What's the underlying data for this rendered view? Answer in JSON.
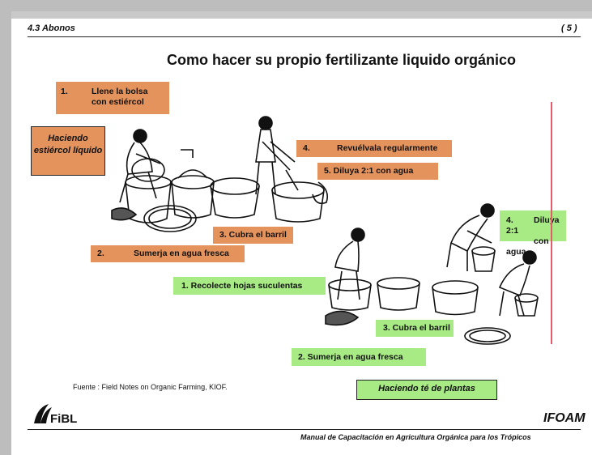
{
  "header": {
    "section": "4.3 Abonos",
    "page": "( 5 )"
  },
  "title": "Como hacer su propio fertilizante liquido orgánico",
  "manure": {
    "box_label": "Haciendo estiércol líquido",
    "steps": {
      "s1": "1.        Llene la bolsa con estiércol",
      "s1_num": "1.",
      "s1_text_a": "Llene la bolsa",
      "s1_text_b": "con estiércol",
      "s2_num": "2.",
      "s2_text": "Sumerja en agua fresca",
      "s3": "3.  Cubra el barril",
      "s4_num": "4.",
      "s4_text": "Revuélvala regularmente",
      "s5": "5. Diluya 2:1 con agua"
    }
  },
  "plant_tea": {
    "box_label": "Haciendo té de plantas",
    "steps": {
      "s1": "1.  Recolecte hojas suculentas",
      "s2": "2.  Sumerja en agua fresca",
      "s3": "3.  Cubra el barril",
      "s4_num": "4.",
      "s4_text_a": "Diluya 2:1",
      "s4_text_b": "con agua"
    }
  },
  "source": "Fuente : Field Notes on Organic Farming, KIOF.",
  "footer": "Manual de Capacitación en Agricultura Orgánica para los Trópicos",
  "logos": {
    "left": "FiBL",
    "right": "IFOAM"
  },
  "colors": {
    "orange_label": "#e4935c",
    "green_label": "#a8ea83",
    "divider_red": "#e75a6c"
  }
}
